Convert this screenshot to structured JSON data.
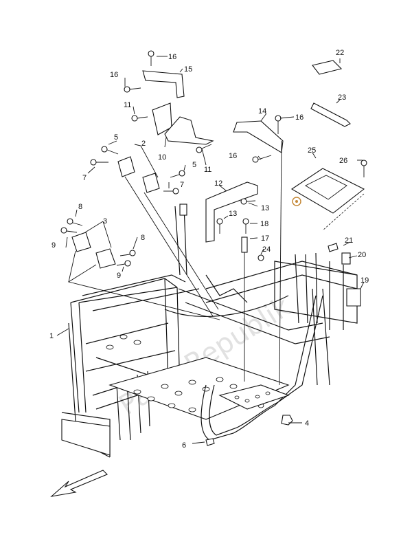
{
  "diagram": {
    "watermark": "Parts Republik",
    "callouts": [
      {
        "id": "c1",
        "text": "1"
      },
      {
        "id": "c2",
        "text": "2"
      },
      {
        "id": "c3",
        "text": "3"
      },
      {
        "id": "c4",
        "text": "4"
      },
      {
        "id": "c5a",
        "text": "5"
      },
      {
        "id": "c5b",
        "text": "5"
      },
      {
        "id": "c6",
        "text": "6"
      },
      {
        "id": "c7a",
        "text": "7"
      },
      {
        "id": "c7b",
        "text": "7"
      },
      {
        "id": "c8a",
        "text": "8"
      },
      {
        "id": "c8b",
        "text": "8"
      },
      {
        "id": "c9a",
        "text": "9"
      },
      {
        "id": "c9b",
        "text": "9"
      },
      {
        "id": "c10",
        "text": "10"
      },
      {
        "id": "c11a",
        "text": "11"
      },
      {
        "id": "c11b",
        "text": "11"
      },
      {
        "id": "c12",
        "text": "12"
      },
      {
        "id": "c13a",
        "text": "13"
      },
      {
        "id": "c13b",
        "text": "13"
      },
      {
        "id": "c14",
        "text": "14"
      },
      {
        "id": "c15",
        "text": "15"
      },
      {
        "id": "c16a",
        "text": "16"
      },
      {
        "id": "c16b",
        "text": "16"
      },
      {
        "id": "c16c",
        "text": "16"
      },
      {
        "id": "c16d",
        "text": "16"
      },
      {
        "id": "c17",
        "text": "17"
      },
      {
        "id": "c18",
        "text": "18"
      },
      {
        "id": "c19",
        "text": "19"
      },
      {
        "id": "c20",
        "text": "20"
      },
      {
        "id": "c21",
        "text": "21"
      },
      {
        "id": "c22",
        "text": "22"
      },
      {
        "id": "c23",
        "text": "23"
      },
      {
        "id": "c24",
        "text": "24"
      },
      {
        "id": "c25",
        "text": "25"
      },
      {
        "id": "c26",
        "text": "26"
      }
    ]
  }
}
